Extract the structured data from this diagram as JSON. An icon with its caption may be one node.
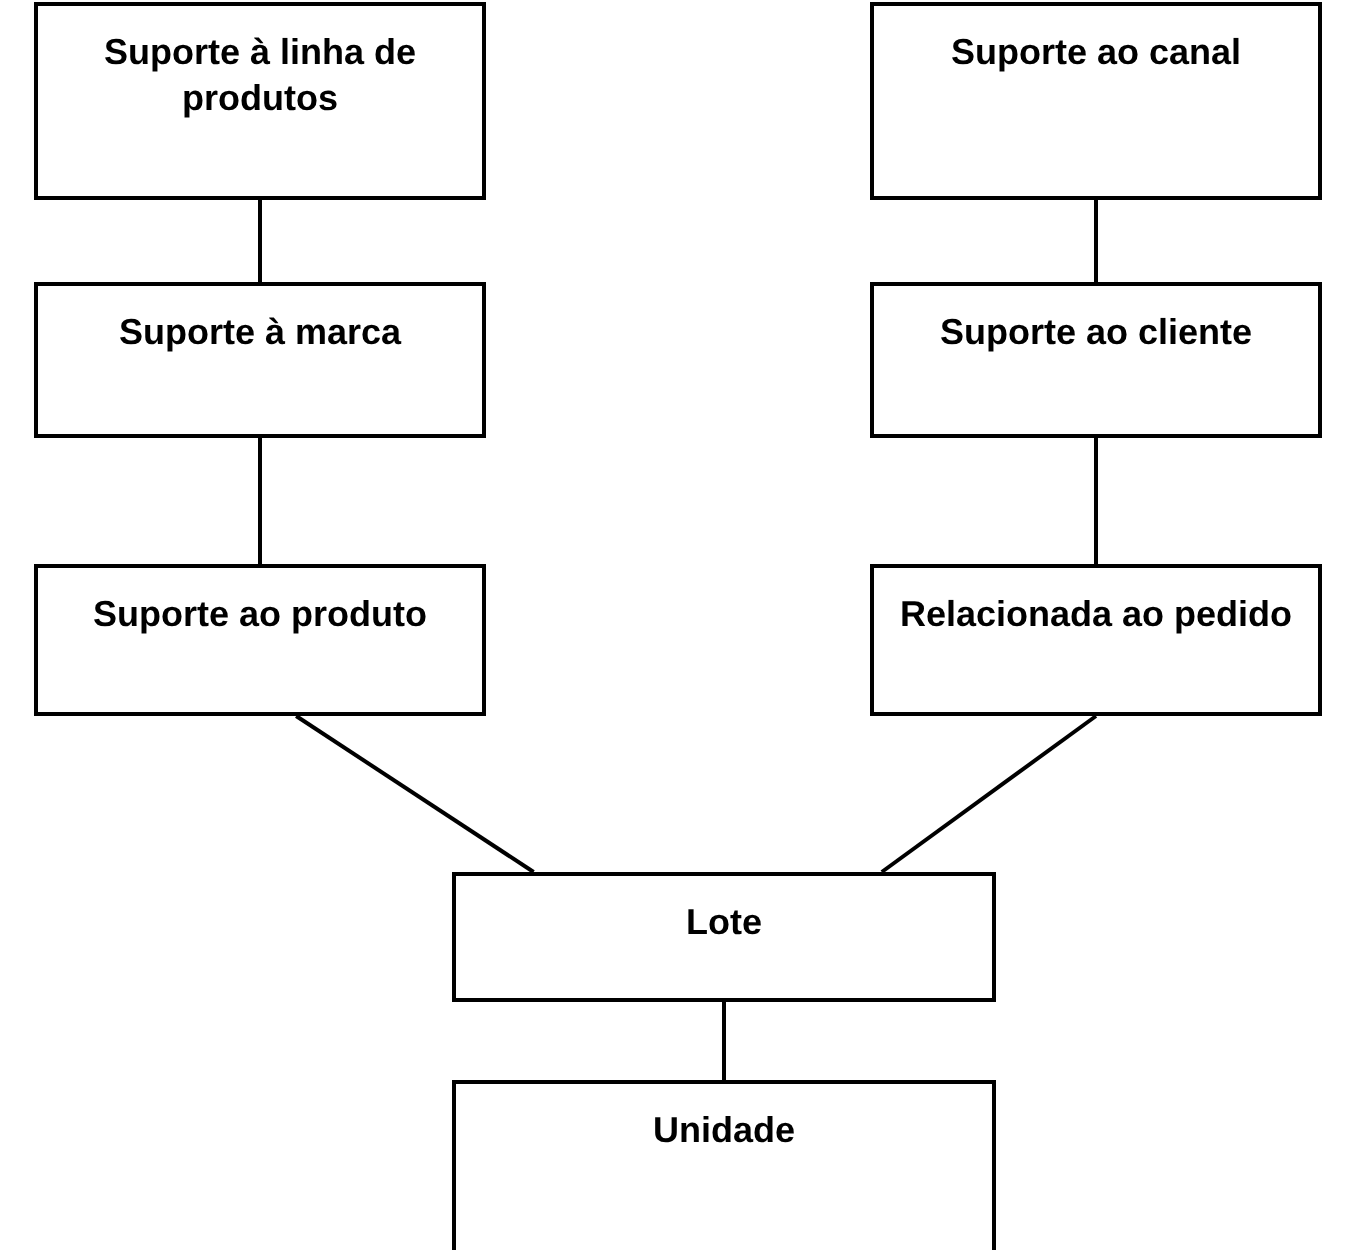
{
  "diagram": {
    "nodes": [
      {
        "text": [
          "Suporte à linha de produtos"
        ]
      },
      {
        "text": [
          "Suporte à marca"
        ]
      },
      {
        "text": [
          "Suporte ao produto"
        ]
      },
      {
        "text": [
          "Suporte ao canal"
        ]
      },
      {
        "text": [
          "Suporte ao cliente"
        ]
      },
      {
        "text": [
          "Relacionada ao pedido"
        ]
      },
      {
        "text": [
          "Lote"
        ]
      },
      {
        "text": [
          "Unidade"
        ]
      }
    ],
    "edges": [
      {
        "from": 0,
        "to": 1,
        "arrow": "none"
      },
      {
        "from": 1,
        "to": 2,
        "arrow": "none"
      },
      {
        "from": 3,
        "to": 4,
        "arrow": "none"
      },
      {
        "from": 4,
        "to": 5,
        "arrow": "none"
      },
      {
        "from": 2,
        "to": 6,
        "arrow": "none"
      },
      {
        "from": 5,
        "to": 6,
        "arrow": "none"
      },
      {
        "from": 6,
        "to": 7,
        "arrow": "none"
      }
    ]
  }
}
